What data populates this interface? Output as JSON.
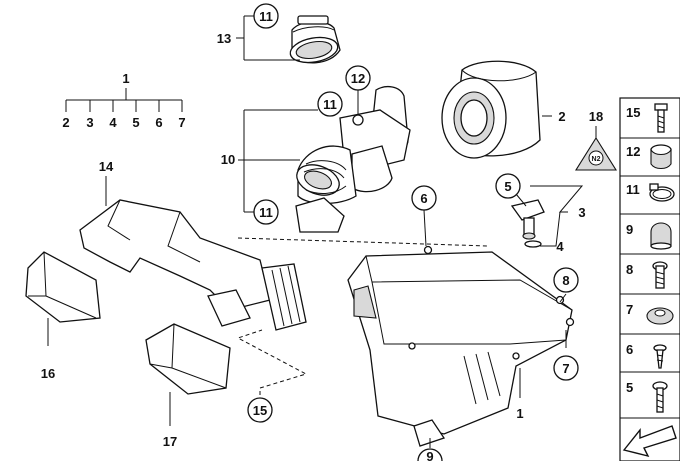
{
  "diagram": {
    "callouts": {
      "c1_top": "1",
      "c2": "2",
      "c3": "3",
      "c4": "4",
      "c5": "5",
      "c6": "6",
      "c7": "7",
      "c8": "8",
      "c9": "9",
      "c10": "10",
      "c11_top": "11",
      "c11_mid": "11",
      "c11_low": "11",
      "c12": "12",
      "c13": "13",
      "c14": "14",
      "c15": "15",
      "c16": "16",
      "c17": "17",
      "c18": "18",
      "c1_bottom": "1",
      "sub2": "2",
      "sub3": "3",
      "sub4": "4",
      "sub5": "5",
      "sub6": "6",
      "sub7": "7"
    },
    "side_panel": [
      {
        "label": "15",
        "icon": "bolt-hex-icon"
      },
      {
        "label": "12",
        "icon": "grommet-icon"
      },
      {
        "label": "11",
        "icon": "hose-clamp-icon"
      },
      {
        "label": "9",
        "icon": "rubber-mount-icon"
      },
      {
        "label": "8",
        "icon": "stud-bolt-icon"
      },
      {
        "label": "7",
        "icon": "bushing-icon"
      },
      {
        "label": "6",
        "icon": "screw-icon"
      },
      {
        "label": "5",
        "icon": "torx-screw-icon"
      }
    ],
    "warning_symbol_text": "N2"
  }
}
